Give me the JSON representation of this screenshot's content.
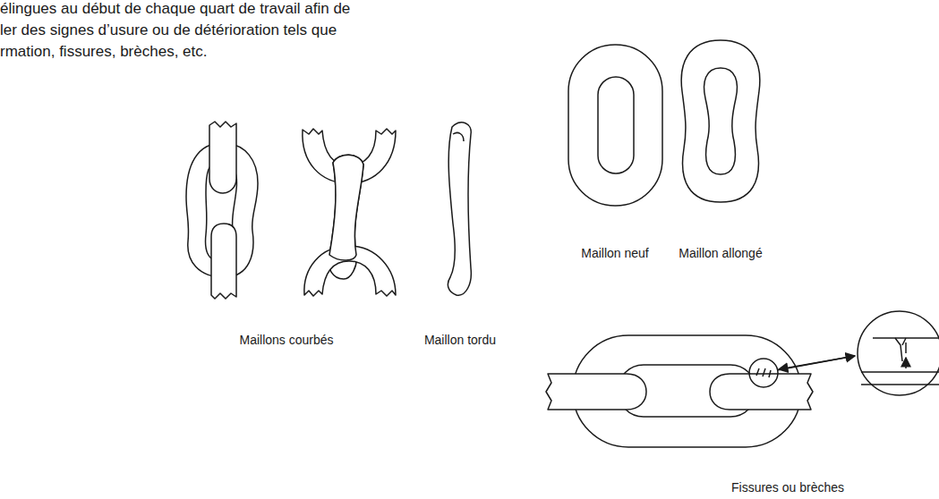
{
  "diagram": {
    "labels": [
      "élingues au début de chaque quart de travail afin de",
      "ler des signes d’usure ou de détérioration tels que",
      "rmation, fissures, brèches, etc.",
      "Maillons courbés",
      "Maillon tordu",
      "Maillon neuf",
      "Maillon allongé",
      "Fissures ou brèches"
    ]
  }
}
